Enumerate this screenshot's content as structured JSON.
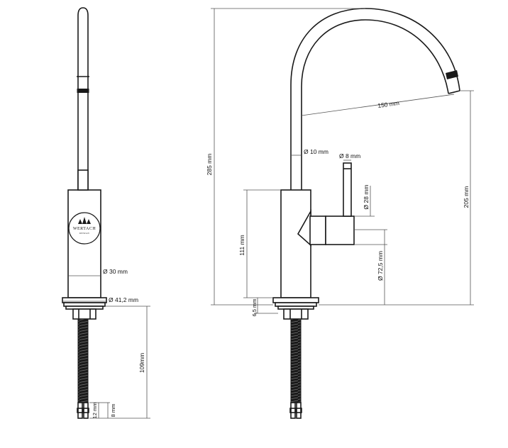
{
  "side_view": {
    "logo": {
      "brand": "WERTACH",
      "sub": "DESIGN"
    },
    "dimensions": {
      "body_diameter": "Ø 30 mm",
      "base_diameter": "Ø 41,2 mm",
      "shank_length": "109mm",
      "thread_small": "12 mm",
      "thread_large": "8 mm"
    }
  },
  "front_view": {
    "dimensions": {
      "total_height": "285 mm",
      "spout_reach": "150 mm",
      "spout_tube": "Ø 10 mm",
      "lever_diameter": "Ø 8 mm",
      "handle_diameter": "Ø 28 mm",
      "body_height": "111 mm",
      "base_diameter": "Ø 72,5 mm",
      "base_thickness": "6,5 mm",
      "outlet_height": "205 mm"
    }
  },
  "colors": {
    "line": "#1a1a1a",
    "dimension": "#555555",
    "background": "#ffffff"
  }
}
